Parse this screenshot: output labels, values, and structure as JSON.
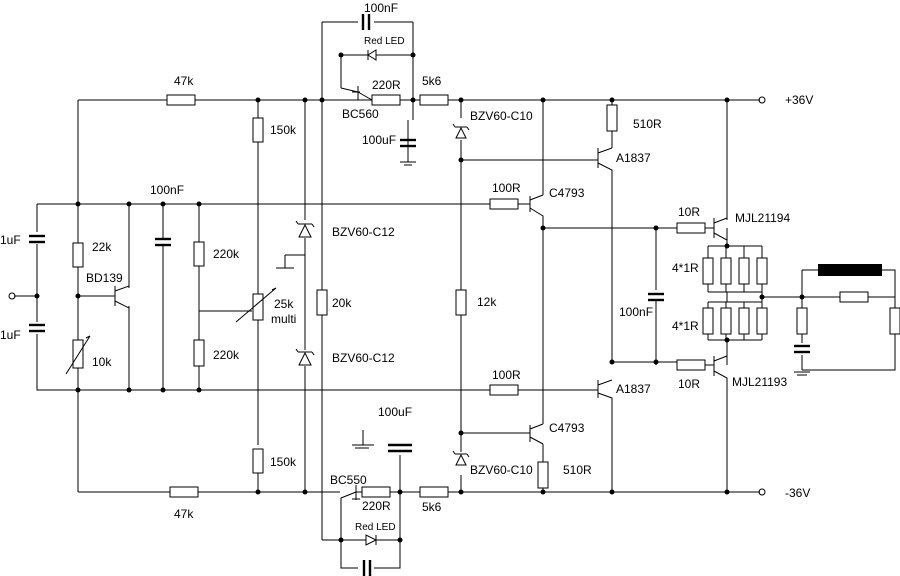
{
  "rails": {
    "positive": "+36V",
    "negative": "-36V"
  },
  "labels": {
    "r_47k_top": "47k",
    "r_47k_bottom": "47k",
    "c_100nF_top": "100nF",
    "led_top": "Red LED",
    "r_220R_top": "220R",
    "q_bc560": "BC560",
    "r_5k6_top": "5k6",
    "c_100uF_top": "100uF",
    "z_bzv60c10_top": "BZV60-C10",
    "r_510R_top": "510R",
    "q_a1837_top": "A1837",
    "r_150k_top": "150k",
    "r_150k_bottom": "150k",
    "c_1uF_top": "1uF",
    "c_1uF_bottom": "1uF",
    "c_100nF_mid": "100nF",
    "r_22k": "22k",
    "q_bd139": "BD139",
    "r_10k": "10k",
    "r_220k_top": "220k",
    "r_220k_bottom": "220k",
    "pot_25k": "25k",
    "pot_multi": "multi",
    "z_bzv60c12_top": "BZV60-C12",
    "z_bzv60c12_bottom": "BZV60-C12",
    "r_20k": "20k",
    "r_12k": "12k",
    "r_100R_top": "100R",
    "r_100R_bottom": "100R",
    "q_c4793_top": "C4793",
    "q_c4793_bottom": "C4793",
    "r_10R_top": "10R",
    "r_10R_bottom": "10R",
    "q_mjl21194": "MJL21194",
    "q_mjl21193": "MJL21193",
    "r_4x1R_top": "4*1R",
    "r_4x1R_bottom": "4*1R",
    "c_100nF_out": "100nF",
    "q_a1837_bottom": "A1837",
    "c_100uF_bottom": "100uF",
    "z_bzv60c10_bottom": "BZV60-C10",
    "r_510R_bottom": "510R",
    "q_bc550": "BC550",
    "r_220R_bottom": "220R",
    "r_5k6_bottom": "5k6",
    "led_bottom": "Red LED"
  }
}
